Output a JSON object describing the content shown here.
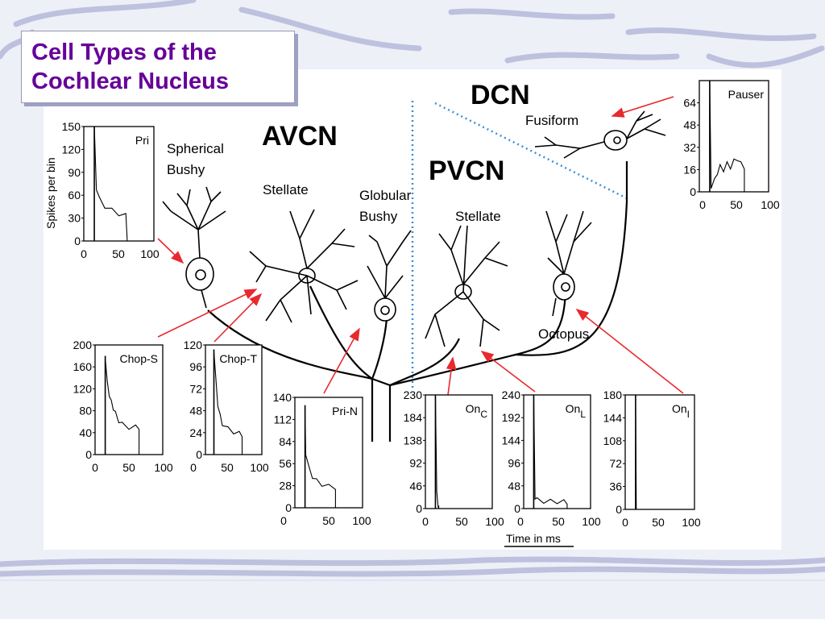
{
  "slide": {
    "title_lines": [
      "Cell Types of the",
      "Cochlear Nucleus"
    ],
    "colors": {
      "title": "#660099",
      "arrow": "#e8292e",
      "divider": "#3a8fd8",
      "shadow": "#9da1c4"
    }
  },
  "regions": {
    "avcn": "AVCN",
    "pvcn": "PVCN",
    "dcn": "DCN"
  },
  "cells": {
    "spherical_bushy": [
      "Spherical",
      "Bushy"
    ],
    "stellate_avcn": "Stellate",
    "globular_bushy": [
      "Globular",
      "Bushy"
    ],
    "stellate_pvcn": "Stellate",
    "octopus": "Octopus",
    "fusiform": "Fusiform"
  },
  "axis": {
    "y_label": "Spikes per bin",
    "x_label": "Time in ms"
  },
  "chart_data": [
    {
      "type": "histogram",
      "title": "Pri",
      "ylim": [
        0,
        150
      ],
      "yticks": [
        "150",
        "120",
        "90",
        "60",
        "30",
        "0"
      ],
      "xticks": [
        "0",
        "50",
        "100"
      ],
      "onset_ms": 15,
      "onset_peak": 150,
      "end_ms": 62,
      "x": [
        18,
        22,
        30,
        40,
        50,
        60
      ],
      "y": [
        70,
        55,
        46,
        40,
        36,
        33
      ]
    },
    {
      "type": "histogram",
      "title": "Chop-S",
      "ylim": [
        0,
        200
      ],
      "yticks": [
        "200",
        "160",
        "120",
        "80",
        "40",
        "0"
      ],
      "xticks": [
        "0",
        "50",
        "100"
      ],
      "onset_ms": 15,
      "onset_peak": 180,
      "end_ms": 65,
      "x": [
        15,
        18,
        21,
        24,
        27,
        30,
        35,
        40,
        50,
        60,
        65
      ],
      "y": [
        180,
        130,
        110,
        95,
        85,
        75,
        62,
        55,
        50,
        50,
        50
      ]
    },
    {
      "type": "histogram",
      "title": "Chop-T",
      "ylim": [
        0,
        120
      ],
      "yticks": [
        "120",
        "96",
        "72",
        "48",
        "24",
        "0"
      ],
      "xticks": [
        "0",
        "50",
        "100"
      ],
      "onset_ms": 15,
      "onset_peak": 115,
      "end_ms": 65,
      "x": [
        15,
        18,
        22,
        26,
        30,
        40,
        50,
        60,
        65
      ],
      "y": [
        115,
        85,
        55,
        42,
        34,
        28,
        25,
        23,
        22
      ]
    },
    {
      "type": "histogram",
      "title": "Pri-N",
      "ylim": [
        0,
        140
      ],
      "yticks": [
        "140",
        "112",
        "84",
        "56",
        "28",
        "0"
      ],
      "xticks": [
        "0",
        "50",
        "100"
      ],
      "onset_ms": 15,
      "onset_peak": 130,
      "end_ms": 60,
      "x": [
        16,
        20,
        26,
        32,
        40,
        50,
        60
      ],
      "y": [
        70,
        52,
        40,
        34,
        30,
        27,
        26
      ]
    },
    {
      "type": "histogram",
      "title": "OnC",
      "ylim": [
        0,
        230
      ],
      "yticks": [
        "230",
        "184",
        "138",
        "92",
        "46",
        "0"
      ],
      "xticks": [
        "0",
        "50",
        "100"
      ],
      "onset_ms": 15,
      "onset_peak": 230,
      "end_ms": 20,
      "x": [
        15,
        17,
        19,
        20
      ],
      "y": [
        230,
        30,
        8,
        0
      ]
    },
    {
      "type": "histogram",
      "title": "OnL",
      "ylim": [
        0,
        240
      ],
      "yticks": [
        "240",
        "192",
        "144",
        "96",
        "48",
        "0"
      ],
      "xticks": [
        "0",
        "50",
        "100"
      ],
      "onset_ms": 15,
      "onset_peak": 240,
      "end_ms": 65,
      "x": [
        17,
        20,
        30,
        40,
        50,
        60,
        65
      ],
      "y": [
        25,
        18,
        16,
        15,
        15,
        14,
        14
      ]
    },
    {
      "type": "histogram",
      "title": "OnI",
      "ylim": [
        0,
        180
      ],
      "yticks": [
        "180",
        "144",
        "108",
        "72",
        "36",
        "0"
      ],
      "xticks": [
        "0",
        "50",
        "100"
      ],
      "onset_ms": 15,
      "onset_peak": 180,
      "end_ms": 16,
      "x": [
        15,
        16
      ],
      "y": [
        180,
        0
      ]
    },
    {
      "type": "histogram",
      "title": "Pauser",
      "ylim": [
        0,
        80
      ],
      "yticks": [
        "64",
        "48",
        "32",
        "16",
        "0"
      ],
      "xticks": [
        "0",
        "50",
        "100"
      ],
      "onset_ms": 15,
      "onset_peak": 80,
      "end_ms": 65,
      "x": [
        17,
        22,
        26,
        30,
        35,
        40,
        45,
        50,
        55,
        60,
        65
      ],
      "y": [
        4,
        8,
        14,
        18,
        16,
        20,
        18,
        22,
        24,
        20,
        18
      ]
    }
  ]
}
